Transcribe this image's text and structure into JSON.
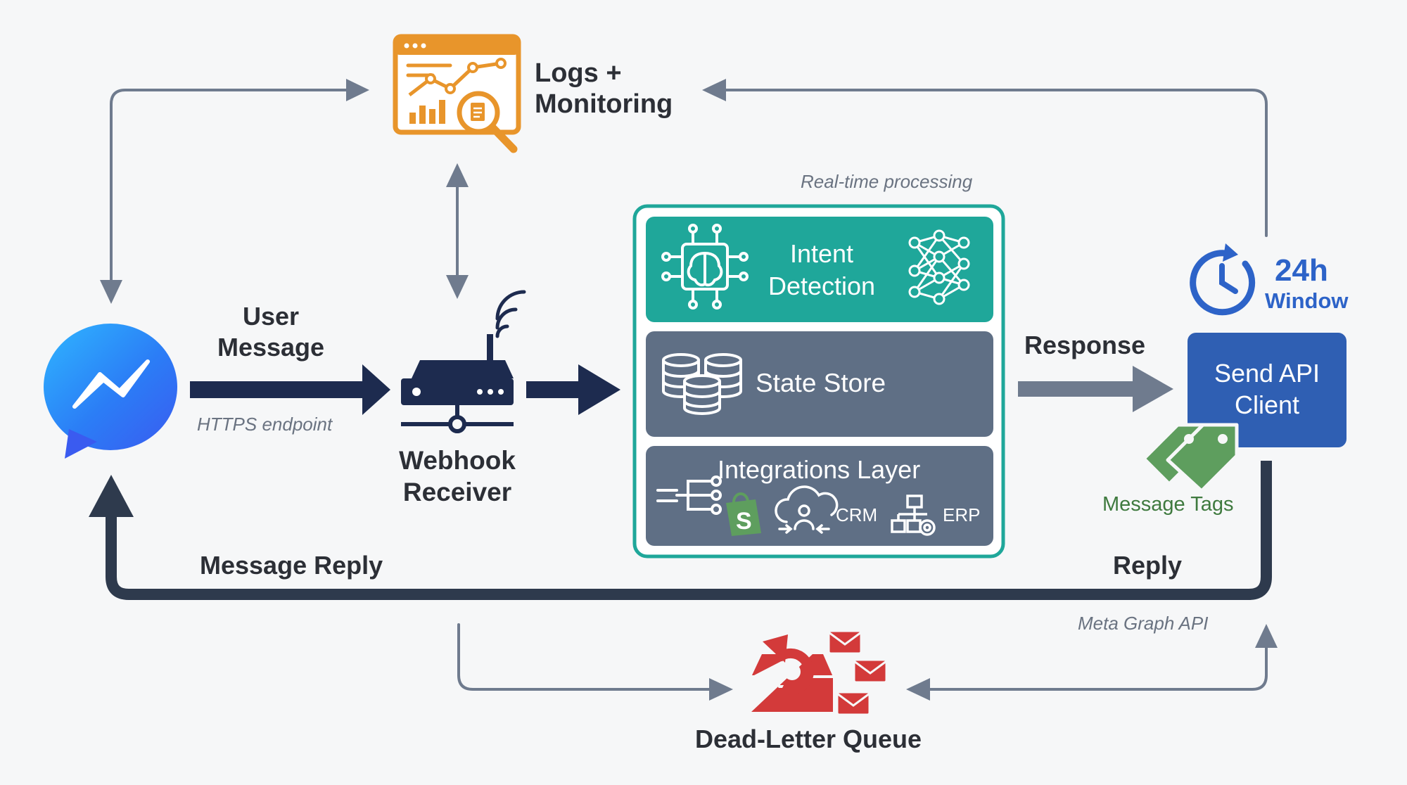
{
  "nodes": {
    "logs": {
      "line1": "Logs +",
      "line2": "Monitoring"
    },
    "webhook": {
      "line1": "Webhook",
      "line2": "Receiver"
    },
    "window": {
      "value": "24h",
      "label": "Window"
    },
    "send_api": {
      "line1": "Send API",
      "line2": "Client"
    },
    "message_tags": "Message Tags",
    "dead_letter": "Dead-Letter Queue"
  },
  "processing": {
    "caption": "Real-time processing",
    "intent": {
      "line1": "Intent",
      "line2": "Detection"
    },
    "state": "State Store",
    "integrations": {
      "title": "Integrations Layer",
      "crm": "CRM",
      "erp": "ERP"
    }
  },
  "edges": {
    "user_message": {
      "line1": "User",
      "line2": "Message"
    },
    "https": "HTTPS endpoint",
    "response": "Response",
    "reply": "Reply",
    "message_reply": "Message Reply",
    "graph_api": "Meta Graph API"
  },
  "colors": {
    "navy": "#1d2b4f",
    "slate_arrow": "#6f7b8e",
    "teal": "#1fa79a",
    "slate_box": "#5f6f85",
    "blue": "#2d63c8",
    "orange": "#e8952b",
    "red": "#d33a3a",
    "green": "#5e9e5e",
    "messenger": "#2b7df6"
  }
}
